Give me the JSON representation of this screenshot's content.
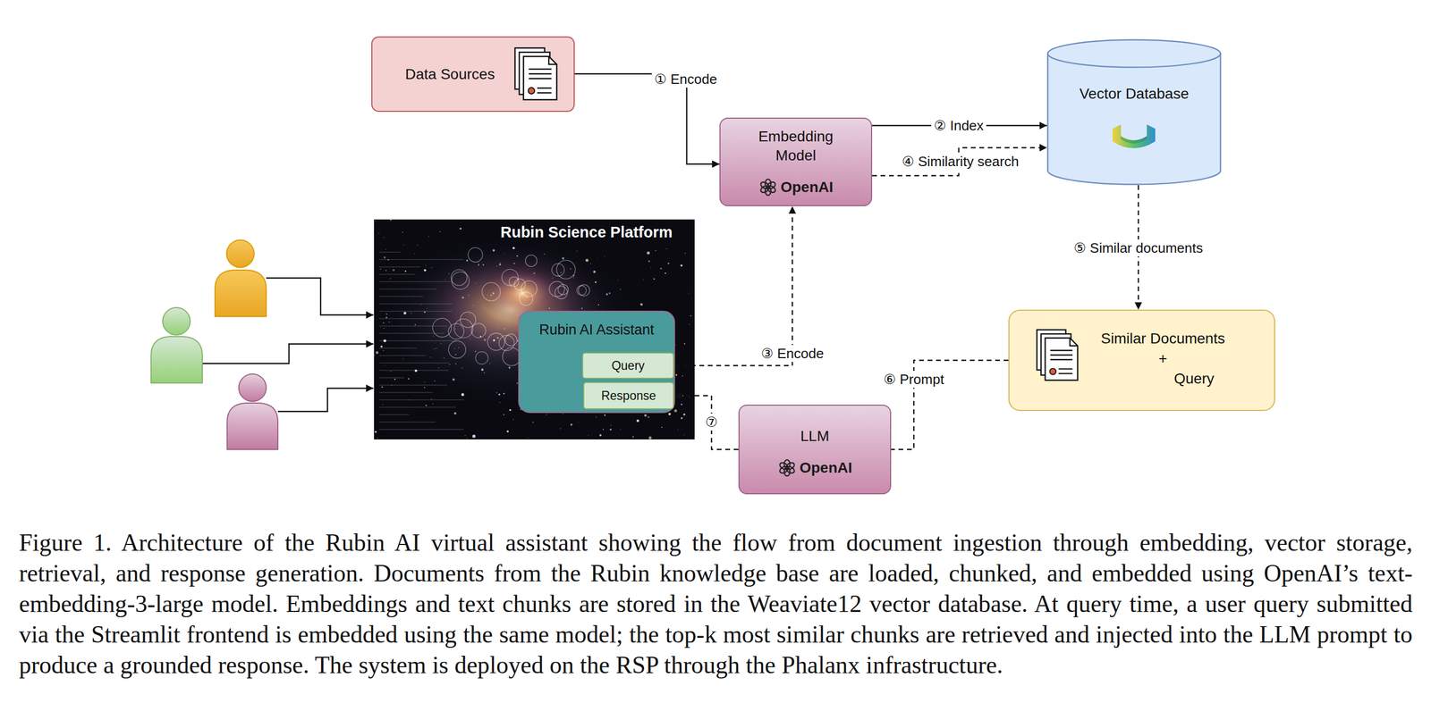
{
  "diagram": {
    "caption": "Figure 1. Architecture of the Rubin AI virtual assistant showing the flow from document ingestion through embedding, vector storage, retrieval, and response generation. Documents from the Rubin knowledge base are loaded, chunked, and embedded using OpenAI’s text-embedding-3-large model. Embeddings and text chunks are stored in the Weaviate12 vector database. At query time, a user query submitted via the Streamlit frontend is embedded using the same model; the top-k most similar chunks are retrieved and injected into the LLM prompt to produce a grounded response. The system is deployed on the RSP through the Phalanx infrastructure.",
    "nodes": [
      {
        "text": [
          "Data Sources"
        ]
      },
      {
        "text": [
          "Embedding Model",
          "OpenAI"
        ]
      },
      {
        "text": [
          "Vector Database"
        ]
      },
      {
        "text": [
          "Rubin Science Platform"
        ]
      },
      {
        "text": [
          "Rubin AI Assistant"
        ],
        "in": 3
      },
      {
        "text": [
          "Query"
        ],
        "in": 4
      },
      {
        "text": [
          "Response"
        ],
        "in": 4
      },
      {
        "text": [
          "Similar Documents",
          "+",
          "Query"
        ]
      },
      {
        "text": [
          "LLM",
          "OpenAI"
        ]
      }
    ],
    "edges": [
      {
        "from": 0,
        "to": 1,
        "label": "① Encode",
        "arrow": "to"
      },
      {
        "from": 1,
        "to": 2,
        "label": "② Index",
        "arrow": "to"
      },
      {
        "from": 5,
        "to": 1,
        "label": "③ Encode",
        "arrow": "to"
      },
      {
        "from": 1,
        "to": 2,
        "label": "④ Similarity search",
        "arrow": "to"
      },
      {
        "from": 2,
        "to": 7,
        "label": "⑤ Similar documents",
        "arrow": "to"
      },
      {
        "from": 7,
        "to": 8,
        "label": "⑥ Prompt",
        "arrow": "none"
      },
      {
        "from": 8,
        "to": 6,
        "label": "⑦",
        "arrow": "to"
      }
    ]
  }
}
